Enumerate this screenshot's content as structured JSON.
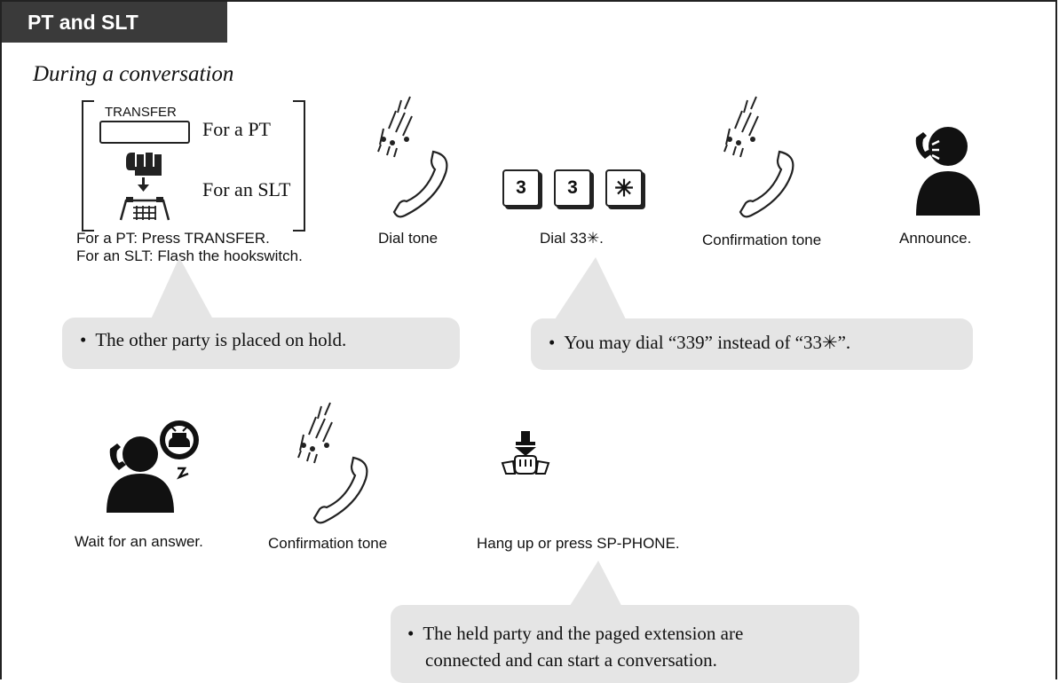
{
  "section_tab": "PT and SLT",
  "heading": "During a conversation",
  "step1": {
    "transfer_key_label": "TRANSFER",
    "for_pt_label": "For a PT",
    "for_slt_label": "For an SLT",
    "caption_line1": "For a PT: Press TRANSFER.",
    "caption_line2": "For an SLT: Flash the hookswitch."
  },
  "step2": {
    "caption": "Dial tone"
  },
  "step3": {
    "keys": [
      "3",
      "3",
      "✳"
    ],
    "caption": "Dial 33✳."
  },
  "step4": {
    "caption": "Confirmation tone"
  },
  "step5": {
    "caption": "Announce."
  },
  "step6": {
    "caption": "Wait for an answer."
  },
  "step7": {
    "caption": "Confirmation tone"
  },
  "step8": {
    "caption": "Hang up or press SP-PHONE."
  },
  "notes": {
    "note1": {
      "bullet": "•",
      "text": "The other party is placed on hold."
    },
    "note2": {
      "bullet": "•",
      "text": "You may dial “339” instead of “33✳”."
    },
    "note3": {
      "bullet": "•",
      "line1": "The held party and the paged extension are",
      "line2": "connected and can start a conversation."
    }
  },
  "colors": {
    "tab_bg": "#3a3a3a",
    "note_bg": "#e5e5e5",
    "ink": "#111111"
  },
  "icons": [
    "handset-tone-icon",
    "person-speaking-icon",
    "person-waiting-icon",
    "hang-up-icon",
    "hand-flash-icon",
    "phone-cradle-icon"
  ]
}
